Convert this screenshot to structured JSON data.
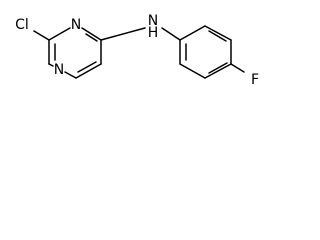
{
  "molecule": {
    "atoms": {
      "chlorine": "Cl",
      "ring_nitrogen_top": "N",
      "ring_nitrogen_bottom": "N",
      "amine_nitrogen": "N",
      "amine_hydrogen": "H",
      "fluorine": "F"
    },
    "colors": {
      "bond": "#000000",
      "label": "#000000",
      "background": "#ffffff"
    }
  }
}
